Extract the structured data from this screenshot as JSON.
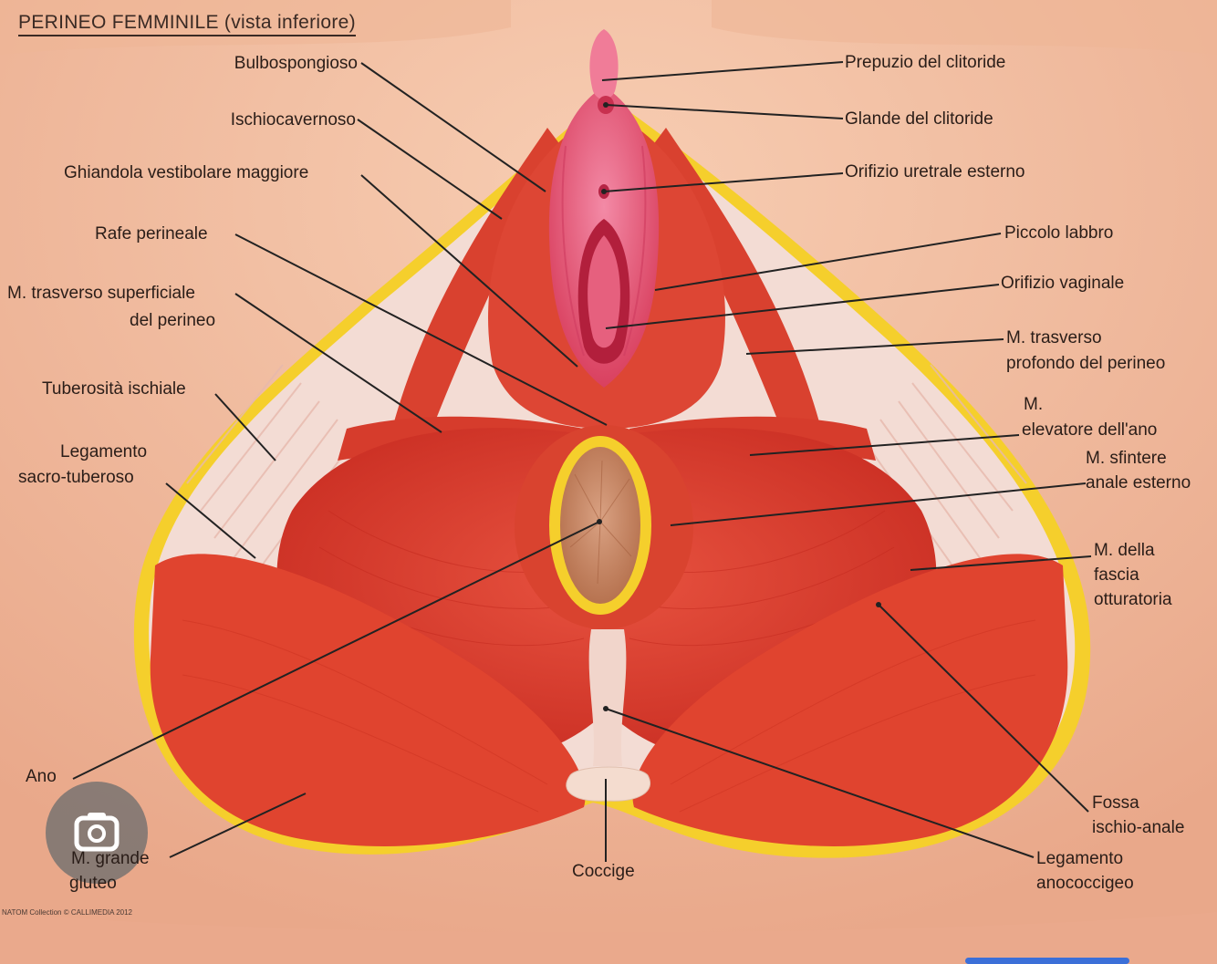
{
  "title": "PERINEO FEMMINILE (vista inferiore)",
  "credit": "NATOM Collection © CALLIMEDIA 2012",
  "colors": {
    "skin": "#f4c3a6",
    "muscle": "#dd3b2e",
    "fat": "#f5cf2c",
    "tendon": "#f3dcd4",
    "mucosa": "#e9537a",
    "line": "#222222"
  },
  "icons": {
    "lens": "lens-camera-icon"
  },
  "labels": {
    "bulbospongioso": "Bulbospongioso",
    "ischiocavernoso": "Ischiocavernoso",
    "ghiandola": "Ghiandola vestibolare maggiore",
    "rafe": "Rafe perineale",
    "trasverso_sup_1": "M. trasverso superficiale",
    "trasverso_sup_2": "del perineo",
    "tuberosita": "Tuberosità ischiale",
    "legamento_sacro_1": "Legamento",
    "legamento_sacro_2": "sacro-tuberoso",
    "ano": "Ano",
    "gluteo_1": "M. grande",
    "gluteo_2": "gluteo",
    "coccige": "Coccige",
    "prepuzio": "Prepuzio del clitoride",
    "glande": "Glande del clitoride",
    "orifizio_uretrale": "Orifizio uretrale esterno",
    "piccolo_labbro": "Piccolo labbro",
    "orifizio_vaginale": "Orifizio vaginale",
    "trasverso_prof_1": "M. trasverso",
    "trasverso_prof_2": "profondo del perineo",
    "elevatore_1": "M.",
    "elevatore_2": "elevatore dell'ano",
    "sfintere_1": "M. sfintere",
    "sfintere_2": "anale esterno",
    "otturatoria_1": "M. della",
    "otturatoria_2": "fascia",
    "otturatoria_3": "otturatoria",
    "fossa_1": "Fossa",
    "fossa_2": "ischio-anale",
    "anococcigeo_1": "Legamento",
    "anococcigeo_2": "anococcigeo"
  }
}
